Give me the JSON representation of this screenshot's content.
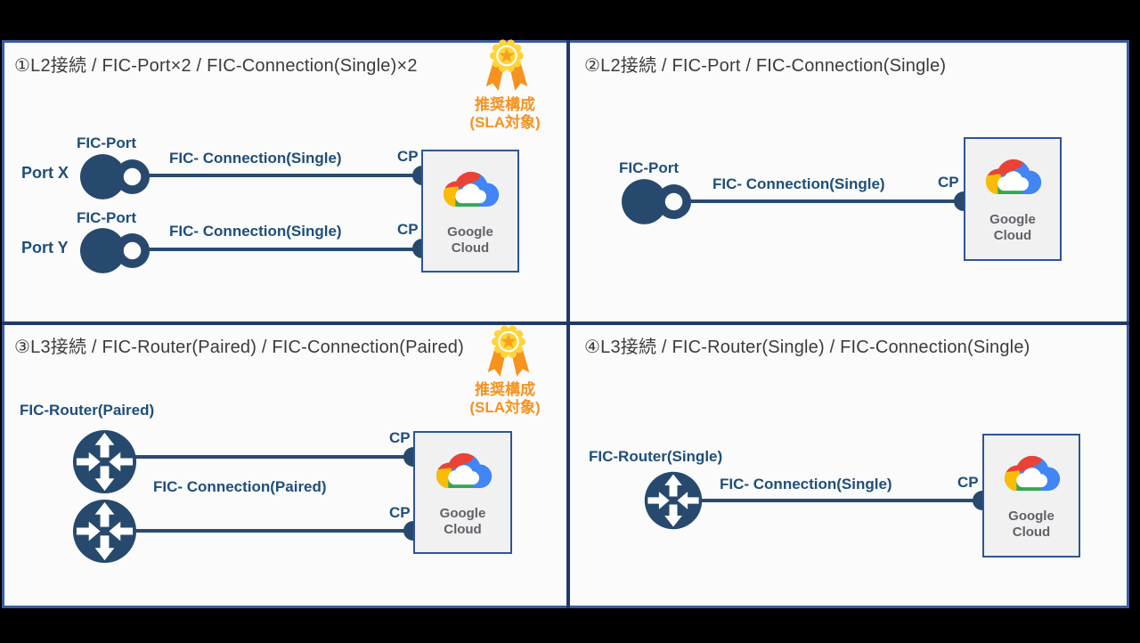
{
  "badge": {
    "line1": "推奨構成",
    "line2": "(SLA対象)"
  },
  "cloud": {
    "line1": "Google",
    "line2": "Cloud"
  },
  "q1": {
    "title": "①L2接続 / FIC-Port×2 / FIC-Connection(Single)×2",
    "rows": [
      {
        "device": "FIC-Port",
        "port": "Port X",
        "connection": "FIC- Connection(Single)",
        "cp": "CP"
      },
      {
        "device": "FIC-Port",
        "port": "Port Y",
        "connection": "FIC- Connection(Single)",
        "cp": "CP"
      }
    ]
  },
  "q2": {
    "title": "②L2接続 / FIC-Port / FIC-Connection(Single)",
    "device": "FIC-Port",
    "connection": "FIC- Connection(Single)",
    "cp": "CP"
  },
  "q3": {
    "title": "③L3接続 / FIC-Router(Paired) / FIC-Connection(Paired)",
    "device": "FIC-Router(Paired)",
    "connection": "FIC- Connection(Paired)",
    "cp1": "CP",
    "cp2": "CP"
  },
  "q4": {
    "title": "④L3接続 / FIC-Router(Single) / FIC-Connection(Single)",
    "device": "FIC-Router(Single)",
    "connection": "FIC- Connection(Single)",
    "cp": "CP"
  },
  "colors": {
    "navy_shape": "#27496D",
    "navy_label": "#1F4E79",
    "divider": "#203A68",
    "frame_border": "#3A5BA0",
    "orange": "#F6921E",
    "medal_yellow": "#FFD43A",
    "gc_blue": "#4285F4",
    "gc_red": "#EA4335",
    "gc_yellow": "#FBBC05",
    "gc_green": "#34A853"
  }
}
